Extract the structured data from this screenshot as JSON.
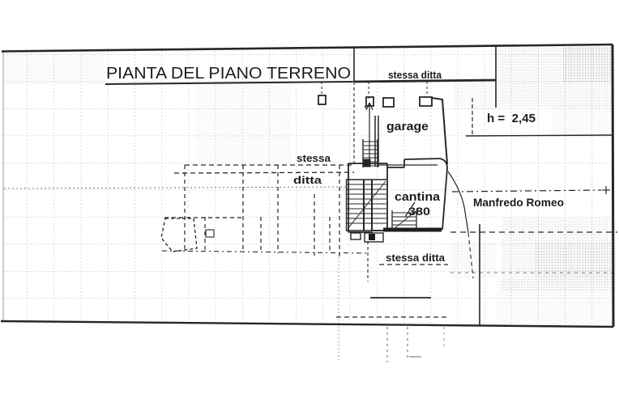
{
  "plan": {
    "title": "PIANTA DEL PIANO TERRENO",
    "height_annotation": "h =  2,45",
    "owner": "Manfredo Romeo",
    "rooms": {
      "garage": "garage",
      "cantina": "cantina",
      "cantina_number": "380"
    },
    "boundaries": {
      "top": "stessa ditta",
      "mid_line1": "stessa",
      "mid_line2": "ditta",
      "bottom": "stessa ditta"
    },
    "colors": {
      "ink": "#1c1c1c",
      "paper": "#ffffff",
      "grid": "#8f8f8f"
    }
  }
}
